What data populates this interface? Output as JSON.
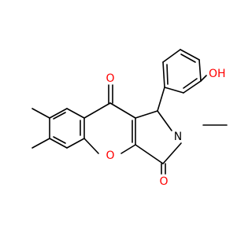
{
  "structure": {
    "bond_color": "#000000",
    "oxygen_color": "#ff0000",
    "atom_labels": {
      "carbonyl_upper": "O",
      "carbonyl_lower": "O",
      "ring_oxygen": "O",
      "ring_nitrogen": "N",
      "hydroxyl": "OH"
    }
  }
}
